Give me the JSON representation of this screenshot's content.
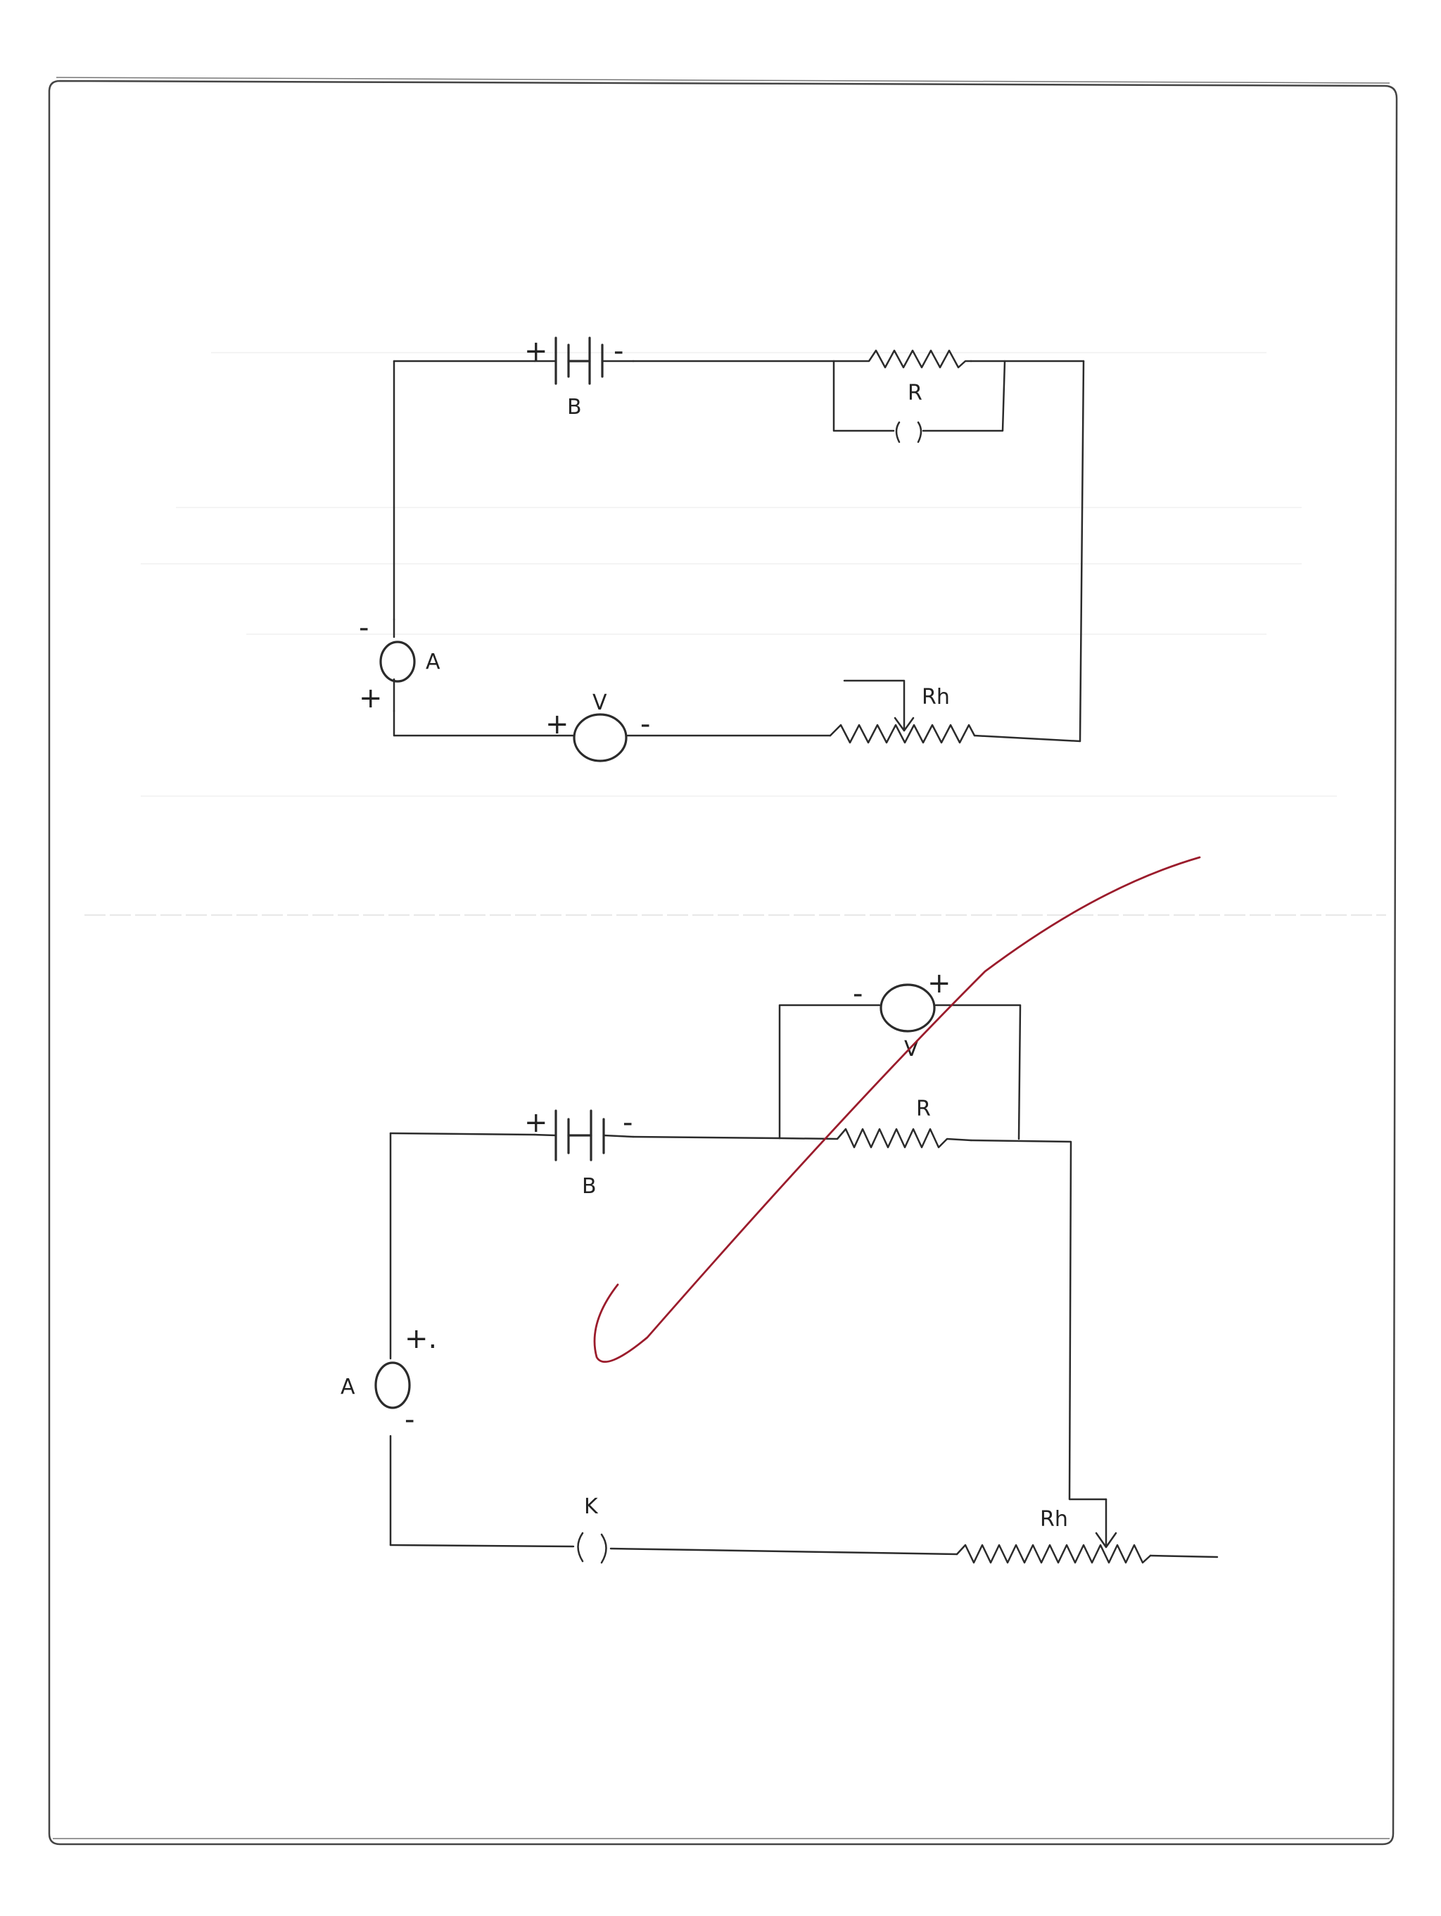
{
  "circuit_1": {
    "battery_label": "B",
    "battery_pos": "+",
    "battery_neg": "-",
    "resistor_label": "R",
    "ammeter_label": "A",
    "ammeter_neg": "-",
    "ammeter_pos": "+",
    "voltmeter_label": "V",
    "voltmeter_pos": "+",
    "voltmeter_neg": "-",
    "rheostat_label": "Rh"
  },
  "circuit_2": {
    "battery_label": "B",
    "battery_pos": "+",
    "battery_neg": "-",
    "resistor_label": "R",
    "voltmeter_label": "V",
    "voltmeter_neg": "-",
    "voltmeter_pos": "+",
    "ammeter_label": "A",
    "ammeter_pos": "+.",
    "ammeter_neg": "-",
    "key_label": "K",
    "rheostat_label": "Rh"
  },
  "colors": {
    "ink": "#2b2b2b",
    "correction_mark": "#9b1c2c",
    "page": "#ffffff"
  }
}
